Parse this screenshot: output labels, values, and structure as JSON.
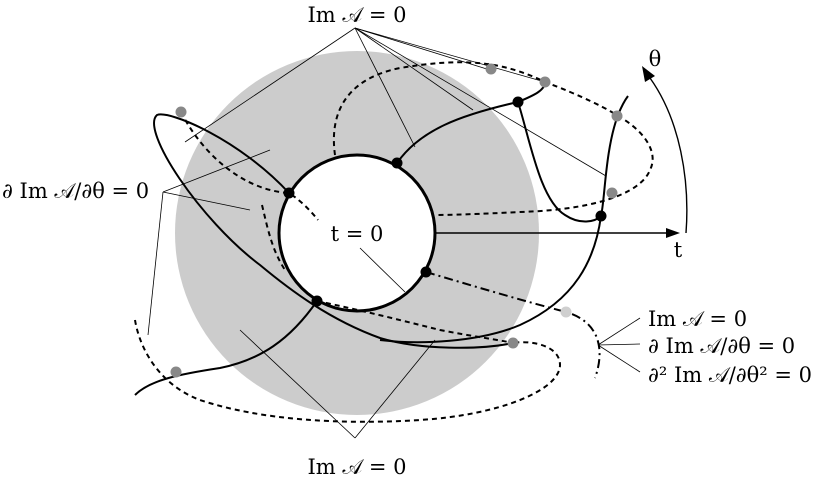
{
  "labels": {
    "top": "Im 𝒜 = 0",
    "bottom": "Im 𝒜 = 0",
    "left": "∂ Im 𝒜/∂θ = 0",
    "center": "t = 0",
    "theta": "θ",
    "t_axis": "t",
    "right_line1": "Im 𝒜 = 0",
    "right_line2": "∂ Im 𝒜/∂θ = 0",
    "right_line3": "∂² Im 𝒜/∂θ² = 0"
  },
  "colors": {
    "shaded_disk": "#cccccc",
    "black_point": "#000000",
    "gray_point": "#888888",
    "light_point": "#cfcfcf"
  }
}
